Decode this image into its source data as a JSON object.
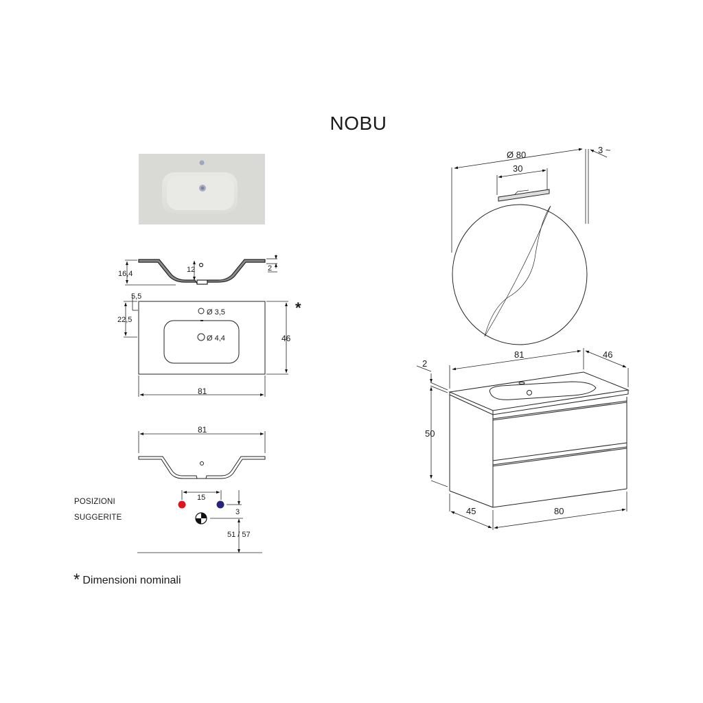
{
  "title": "NOBU",
  "basin_photo": {
    "description": "rendered top view of washbasin",
    "color": "#d9dad5"
  },
  "section_view": {
    "depth_total": "16,4",
    "bowl_depth": "12",
    "rim": "2"
  },
  "top_view": {
    "offset_top": "5,5",
    "tap_hole_offset": "22,5",
    "tap_hole_dia": "Ø 3,5",
    "drain_dia": "Ø 4,4",
    "depth": "46",
    "width": "81",
    "asterisk": "*"
  },
  "front_view": {
    "width": "81"
  },
  "suggested_positions": {
    "label_line1": "POSIZIONI",
    "label_line2": "SUGGERITE",
    "tap_spacing": "15",
    "vertical_offset": "3",
    "height_from_floor": "51 / 57",
    "hot_color": "#e0141e",
    "cold_color": "#27237a"
  },
  "mirror": {
    "diameter": "Ø 80",
    "lamp_width": "30",
    "depth": "3 ~"
  },
  "cabinet": {
    "top_width": "81",
    "top_depth": "46",
    "top_thickness": "2",
    "height": "50",
    "depth": "45",
    "width": "80"
  },
  "footnote": {
    "star": "*",
    "text": "Dimensioni nominali"
  }
}
